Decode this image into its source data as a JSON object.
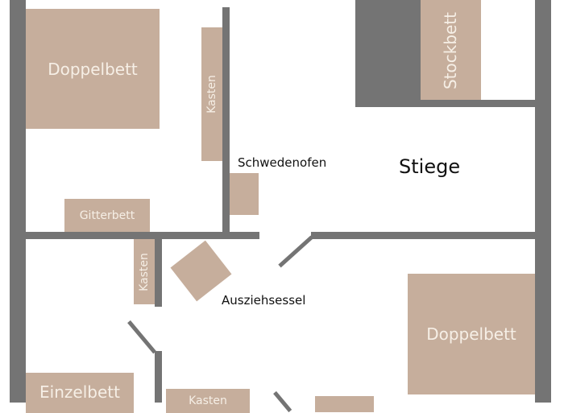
{
  "floorplan": {
    "rooms": {
      "stairs_label": "Stiege",
      "stove_label": "Schwedenofen",
      "armchair_label": "Ausziehsessel"
    },
    "furniture": {
      "double_bed_top": "Doppelbett",
      "wardrobe_top": "Kasten",
      "bunk_bed": "Stockbett",
      "crib": "Gitterbett",
      "wardrobe_middle": "Kasten",
      "double_bed_right": "Doppelbett",
      "single_bed": "Einzelbett",
      "wardrobe_bottom": "Kasten"
    },
    "colors": {
      "wall": "#747474",
      "furniture": "#c6ae9c",
      "furniture_text": "#f6efe6",
      "background": "#ffffff"
    }
  }
}
